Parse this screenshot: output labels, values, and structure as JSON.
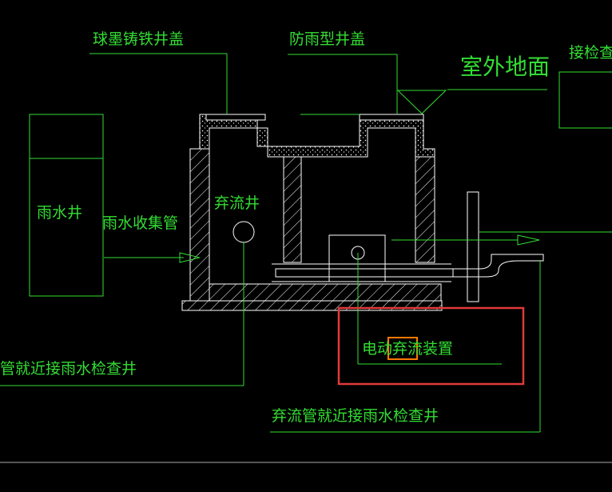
{
  "labels": {
    "ductile_cover": "球墨铸铁井盖",
    "rainproof_cover": "防雨型井盖",
    "outdoor_ground": "室外地面",
    "connect_inspection": "接检查井",
    "rain_well": "雨水井",
    "rain_collect_pipe": "雨水收集管",
    "diversion_well": "弃流井",
    "electric_diversion": "电动弃流装置",
    "pipe_left_near": "管就近接雨水检查井",
    "diversion_pipe_near": "弃流管就近接雨水检查井"
  },
  "colors": {
    "line": "#ffffff",
    "leader": "#33dd33",
    "text": "#33dd33",
    "highlight_outer": "#e03a3a",
    "highlight_inner": "#ff7a00",
    "background": "#000000"
  }
}
